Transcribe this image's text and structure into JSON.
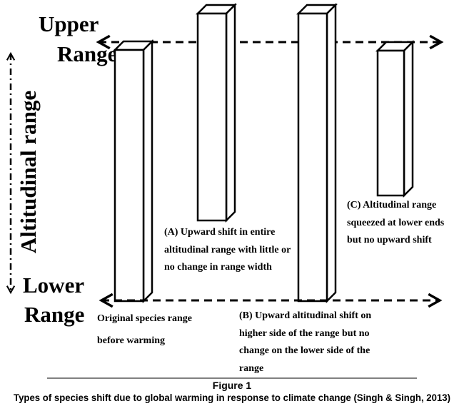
{
  "labels": {
    "upper_range": [
      "Upper",
      "Range"
    ],
    "lower_range": [
      "Lower",
      "Range"
    ],
    "axis_label": "Altitudinal range"
  },
  "annotations": {
    "original": [
      "Original species range",
      "before warming"
    ],
    "a": [
      "(A) Upward shift in entire",
      "altitudinal range with little or",
      "no change in range width"
    ],
    "b": [
      "(B) Upward altitudinal shift on",
      "higher side of the range but no",
      "change on the lower side of the",
      "range"
    ],
    "c": [
      "(C) Altitudinal range",
      "squeezed at lower ends",
      "but no upward shift"
    ]
  },
  "caption": {
    "title": "Figure 1",
    "text": "Types of species shift due to global warming in response to climate change (Singh & Singh, 2013)"
  }
}
